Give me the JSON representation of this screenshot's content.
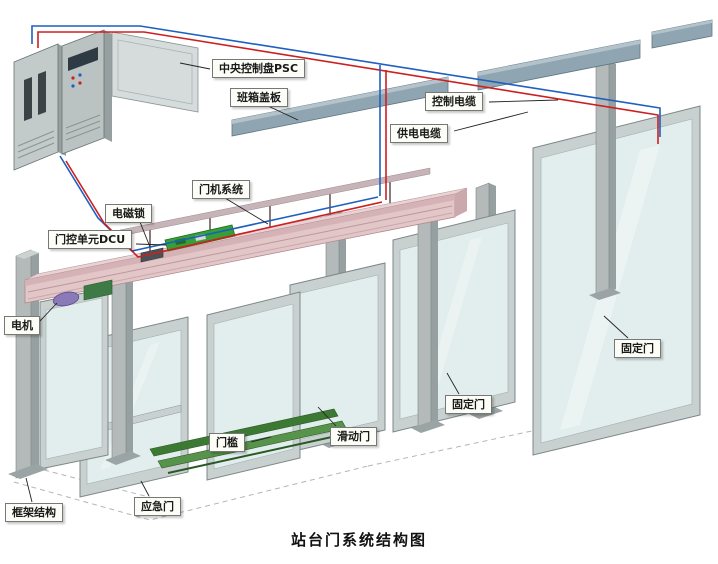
{
  "title": "站台门系统结构图",
  "labels": {
    "psc": "中央控制盘PSC",
    "cover_plate": "班箱盖板",
    "control_cable": "控制电缆",
    "power_cable": "供电电缆",
    "door_machine": "门机系统",
    "magnetic_lock": "电磁锁",
    "dcu": "门控单元DCU",
    "motor": "电机",
    "fixed_door_right": "固定门",
    "fixed_door_mid": "固定门",
    "sliding_door": "滑动门",
    "threshold": "门槛",
    "emergency_door": "应急门",
    "frame_structure": "框架结构"
  },
  "colors": {
    "cable_red": "#cc2020",
    "cable_blue": "#1f5fbf",
    "glass": "#e4efef",
    "beam_pink": "#e3c6c8",
    "plate_gray": "#8fa6b2",
    "board_green": "#35a035",
    "threshold_green": "#3c7a33",
    "metal_gray": "#c9d0d0"
  }
}
